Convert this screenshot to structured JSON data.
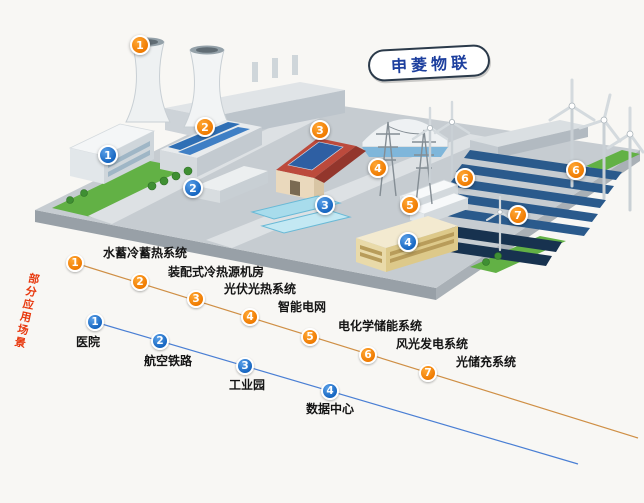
{
  "badge": {
    "label": "申菱物联"
  },
  "side_label": "部分应用场景",
  "scene_markers": {
    "orange": [
      "1",
      "2",
      "3",
      "4",
      "5",
      "6",
      "7",
      "6"
    ],
    "blue": [
      "1",
      "2",
      "3",
      "4"
    ]
  },
  "legend_orange": {
    "items": [
      {
        "num": "1",
        "label": "水蓄冷蓄热系统"
      },
      {
        "num": "2",
        "label": "装配式冷热源机房"
      },
      {
        "num": "3",
        "label": "光伏光热系统"
      },
      {
        "num": "4",
        "label": "智能电网"
      },
      {
        "num": "5",
        "label": "电化学储能系统"
      },
      {
        "num": "6",
        "label": "风光发电系统"
      },
      {
        "num": "7",
        "label": "光储充系统"
      }
    ]
  },
  "legend_blue": {
    "items": [
      {
        "num": "1",
        "label": "医院"
      },
      {
        "num": "2",
        "label": "航空铁路"
      },
      {
        "num": "3",
        "label": "工业园"
      },
      {
        "num": "4",
        "label": "数据中心"
      }
    ]
  },
  "colors": {
    "orange": "#ef7a00",
    "blue": "#1565c0",
    "red_label": "#e8380d"
  }
}
